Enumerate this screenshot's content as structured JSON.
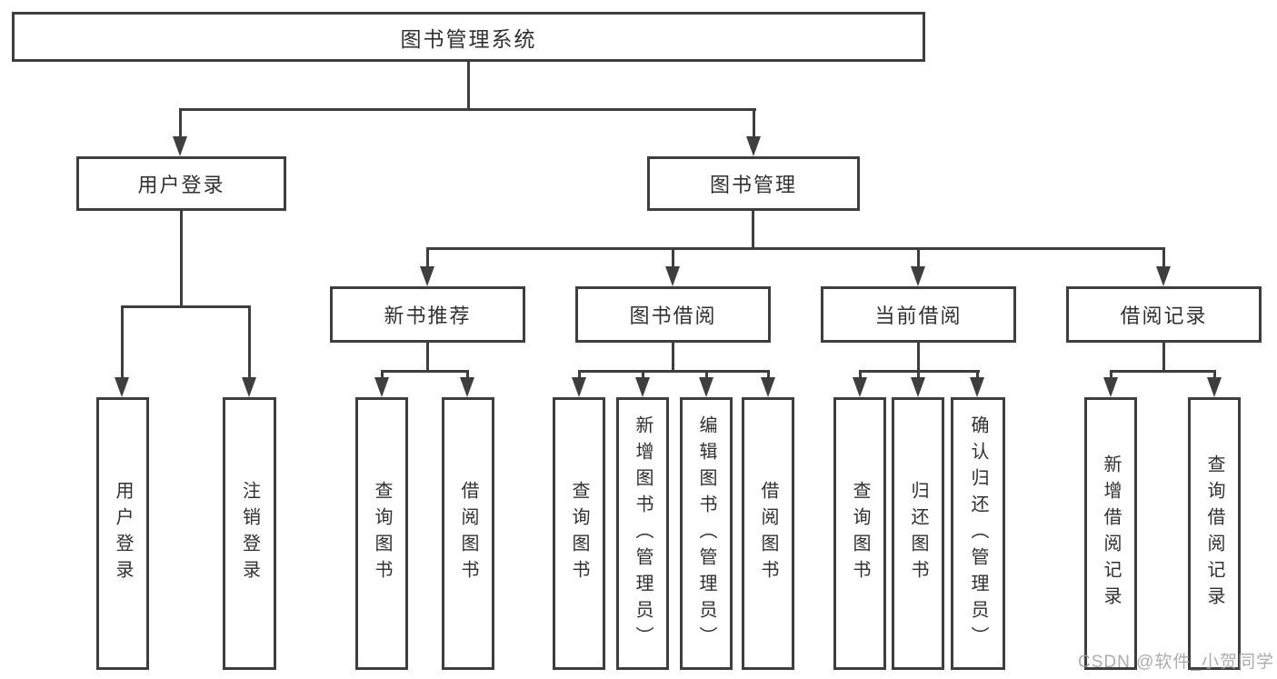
{
  "tree": {
    "root": {
      "label": "图书管理系统"
    },
    "user_login": {
      "label": "用户登录",
      "children": [
        {
          "label": "用户登录"
        },
        {
          "label": "注销登录"
        }
      ]
    },
    "book_mgmt": {
      "label": "图书管理",
      "sections": [
        {
          "label": "新书推荐",
          "children": [
            {
              "label": "查询图书"
            },
            {
              "label": "借阅图书"
            }
          ]
        },
        {
          "label": "图书借阅",
          "children": [
            {
              "label": "查询图书"
            },
            {
              "label": "新增图书（管理员）"
            },
            {
              "label": "编辑图书（管理员）"
            },
            {
              "label": "借阅图书"
            }
          ]
        },
        {
          "label": "当前借阅",
          "children": [
            {
              "label": "查询图书"
            },
            {
              "label": "归还图书"
            },
            {
              "label": "确认归还（管理员）"
            }
          ]
        },
        {
          "label": "借阅记录",
          "children": [
            {
              "label": "新增借阅记录"
            },
            {
              "label": "查询借阅记录"
            }
          ]
        }
      ]
    }
  },
  "watermark": {
    "text": "CSDN @软件_小贺同学"
  },
  "colors": {
    "line": "#3e3e3e",
    "text": "#303030",
    "background": "#ffffff",
    "watermark": "#9e9e9e"
  }
}
